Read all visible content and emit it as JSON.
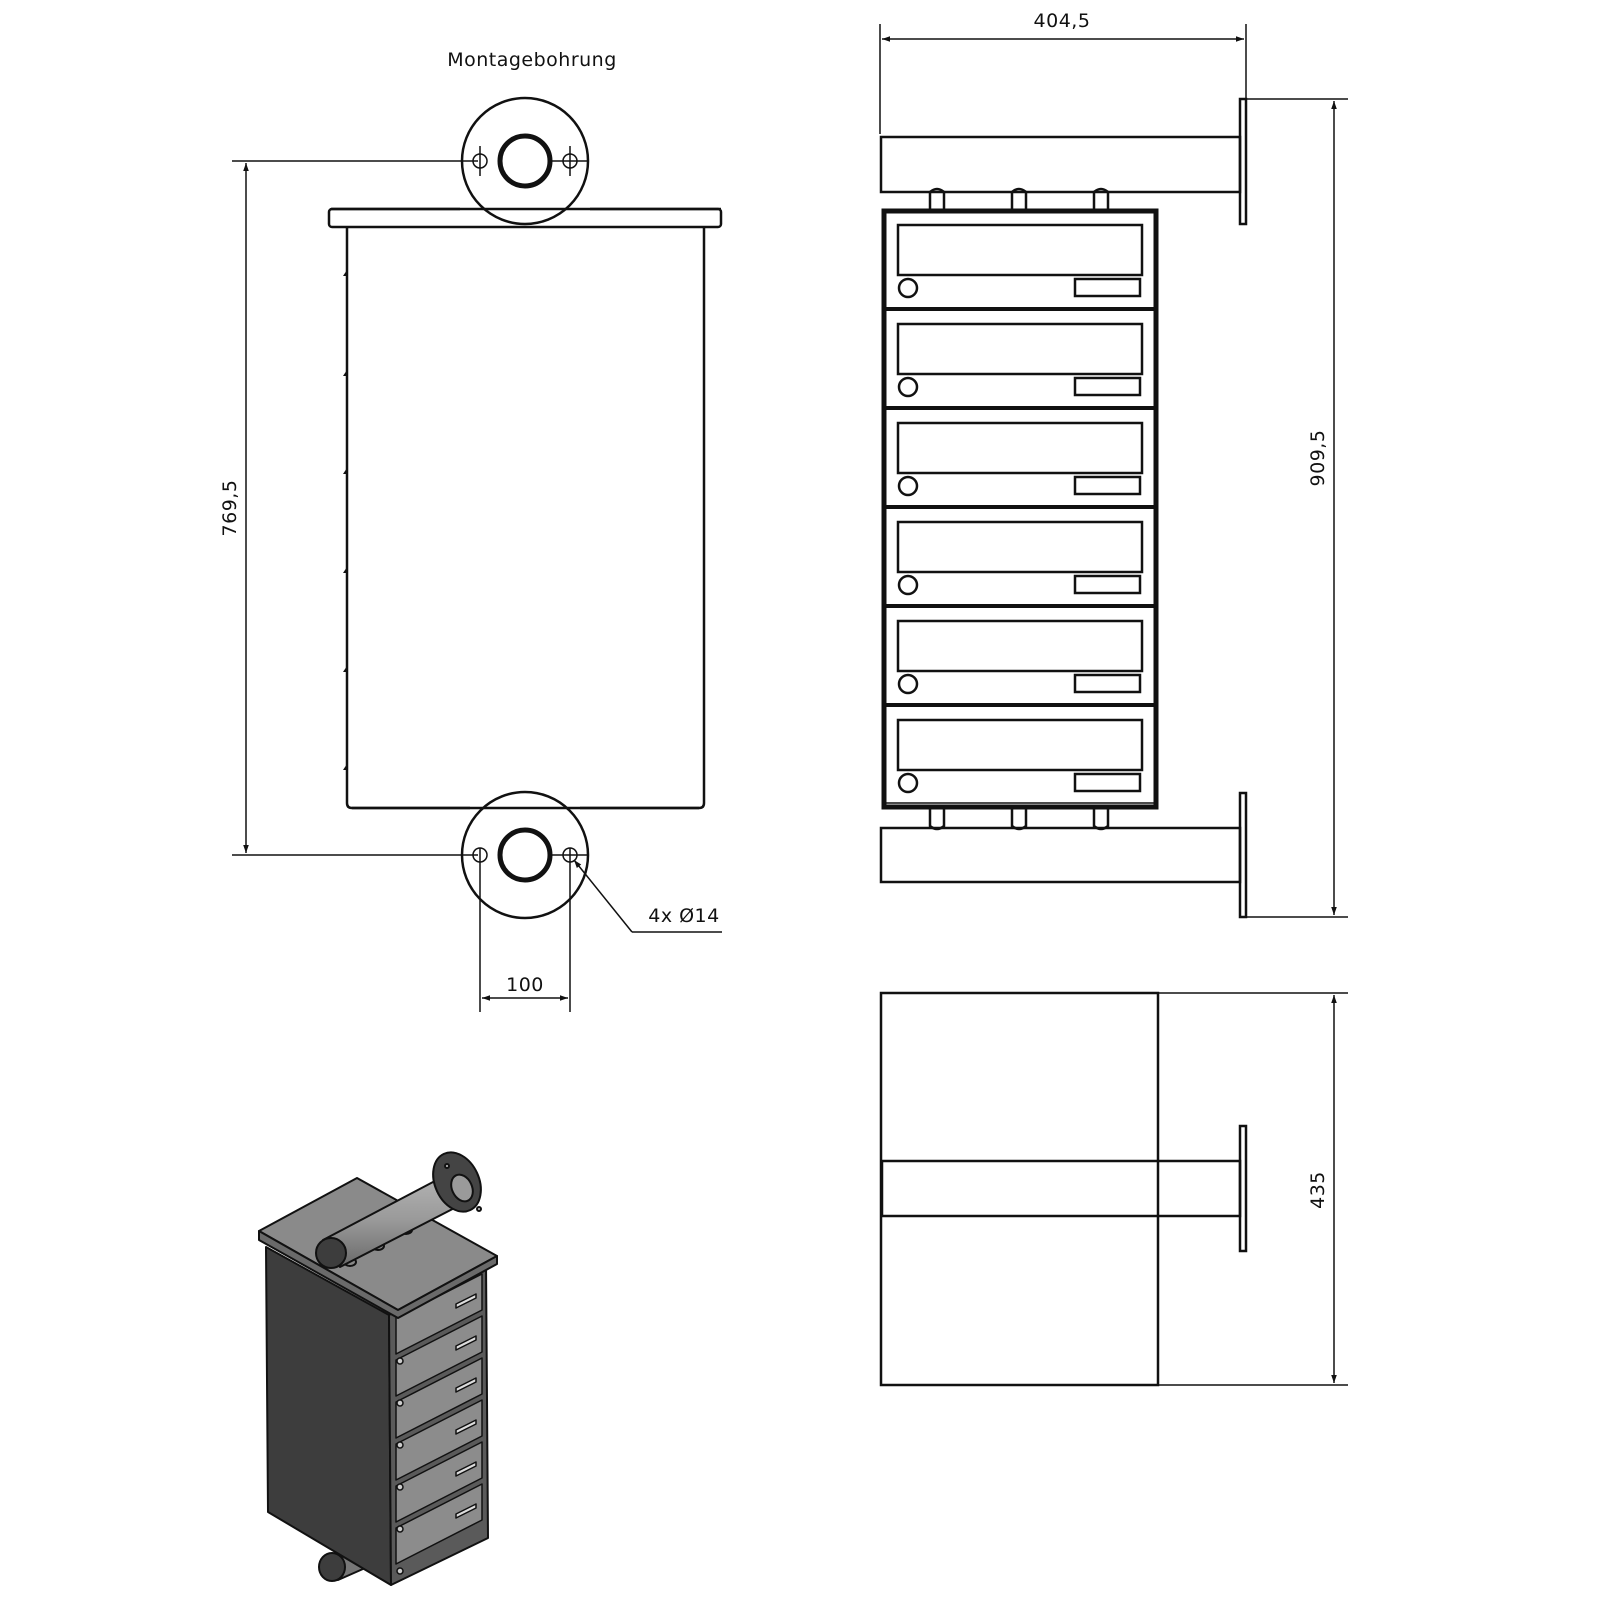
{
  "drawing": {
    "type": "technical-drawing",
    "subject": "wall-mounted mailbox unit with 6 compartments on two mounting tubes",
    "units": "mm",
    "line_color": "#111111",
    "background": "#ffffff"
  },
  "rear_view": {
    "title": "Montagebohrung",
    "height_dimension": "769,5",
    "hole_spacing_dimension": "100",
    "hole_callout": "4x Ø14"
  },
  "front_view": {
    "width_dimension": "404,5",
    "height_dimension": "909,5",
    "compartment_count": 6
  },
  "top_view": {
    "depth_dimension": "435"
  },
  "iso_view": {
    "body_color": "#3d3d3d",
    "roof_color": "#8a8a8a",
    "tube_color": "#9a9a9a",
    "flange_color": "#444444"
  }
}
